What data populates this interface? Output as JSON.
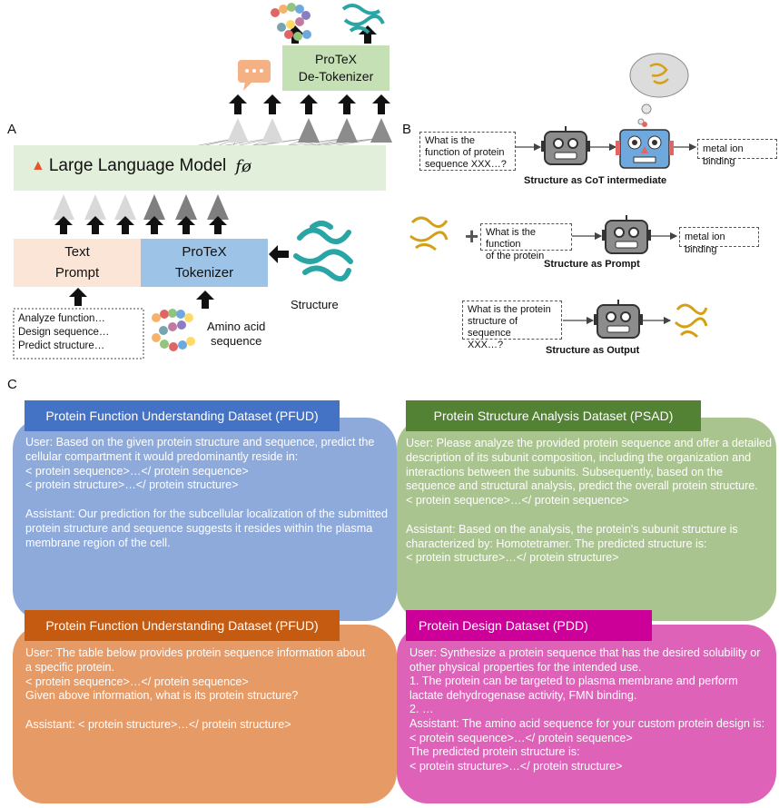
{
  "panel_a": {
    "letter": "A",
    "llm_label": "Large Language Model",
    "llm_symbol": "fø",
    "text_prompt": [
      "Text",
      "Prompt"
    ],
    "tokenizer": [
      "ProTeX",
      "Tokenizer"
    ],
    "detokenizer": [
      "ProTeX",
      "De-Tokenizer"
    ],
    "structure_label": "Structure",
    "amino_label": [
      "Amino acid",
      "sequence"
    ],
    "prompts": [
      "Analyze function…",
      "Design sequence…",
      "Predict structure…"
    ]
  },
  "panel_b": {
    "letter": "B",
    "row1_question": [
      "What is the",
      "function of protein",
      "sequence XXX…?"
    ],
    "row1_answer": "metal ion binding",
    "row1_caption": "Structure as CoT intermediate",
    "row2_question": [
      "What is the function",
      "of the protein"
    ],
    "row2_answer": "metal ion binding",
    "row2_caption": "Structure as Prompt",
    "row3_question": [
      "What is the protein",
      "structure of sequence",
      "XXX…?"
    ],
    "row3_caption": "Structure as Output"
  },
  "panel_c": {
    "letter": "C",
    "cards": [
      {
        "title": "Protein Function Understanding Dataset (PFUD)",
        "text": "User: Based on the given protein structure and sequence, predict the cellular compartment it would predominantly reside in:\n< protein sequence>…</ protein sequence>\n< protein structure>…</ protein structure>\n\nAssistant: Our prediction for the subcellular localization of the submitted protein structure and sequence suggests it resides within the plasma membrane region of the cell.",
        "color": "#8eaadb"
      },
      {
        "title": "Protein Structure Analysis Dataset (PSAD)",
        "text": "User: Please analyze the provided protein sequence and offer a detailed description of its subunit composition, including the organization and interactions between the subunits. Subsequently, based on the sequence and structural analysis, predict the overall protein structure.\n< protein sequence>…</ protein sequence>\n\nAssistant: Based on the analysis, the protein's subunit structure is characterized by: Homotetramer. The predicted structure is:\n< protein structure>…</ protein structure>",
        "color": "#a9c48f"
      },
      {
        "title": "Protein Function Understanding Dataset (PFUD)",
        "text": "User: The table below provides protein sequence information about a specific protein.\n< protein sequence>…</ protein sequence>\nGiven above information, what is its protein structure?\n\nAssistant: < protein structure>…</ protein structure>",
        "color": "#e69a66"
      },
      {
        "title": "Protein Design Dataset (PDD)",
        "text": "User: Synthesize a protein sequence that has the desired solubility or other physical properties for the intended use.\n1. The protein can be targeted to plasma membrane and perform lactate dehydrogenase activity, FMN binding.\n2. …\nAssistant: The amino acid sequence for your custom protein design is:\n< protein sequence>…</ protein sequence>\nThe predicted protein structure is:\n< protein structure>…</ protein structure>",
        "color": "#de62b8"
      }
    ]
  }
}
